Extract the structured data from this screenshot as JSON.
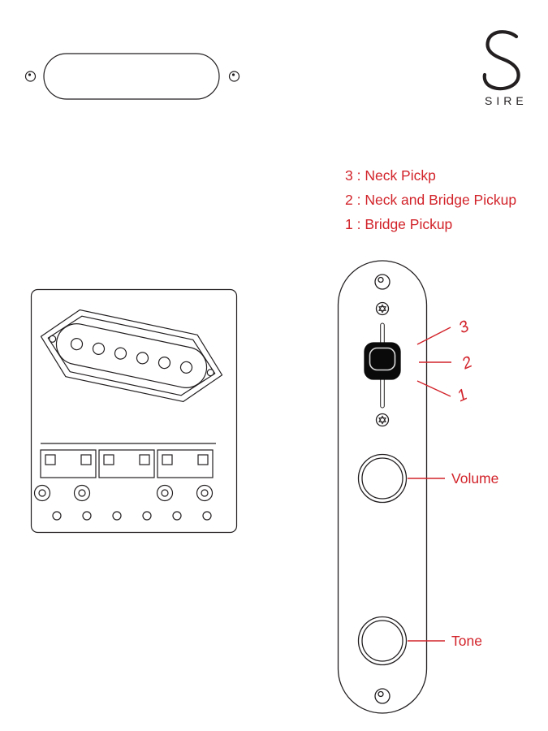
{
  "colors": {
    "background": "#ffffff",
    "ink": "#231f20",
    "accent_red": "#d2232a",
    "switch_black": "#0a0a0a"
  },
  "logo": {
    "brand": "SIRE"
  },
  "legend": {
    "items": [
      "3 : Neck Pickp",
      "2 : Neck and Bridge Pickup",
      "1 : Bridge Pickup"
    ]
  },
  "switch": {
    "positions": [
      "3",
      "2",
      "1"
    ]
  },
  "controls": {
    "volume_label": "Volume",
    "tone_label": "Tone"
  }
}
